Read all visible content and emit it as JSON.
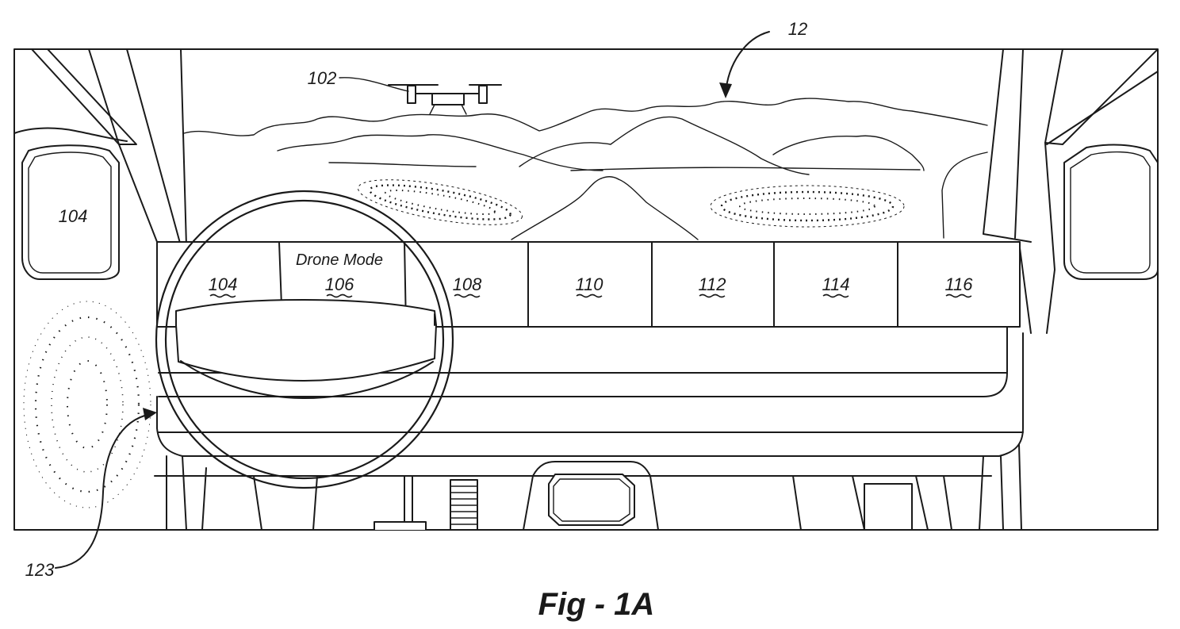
{
  "labels": {
    "drone": "102",
    "left_mirror": "104",
    "system": "12",
    "sensor_area": "123"
  },
  "dash_panels": [
    {
      "title": "",
      "num": "104"
    },
    {
      "title": "Drone Mode",
      "num": "106"
    },
    {
      "title": "",
      "num": "108"
    },
    {
      "title": "",
      "num": "110"
    },
    {
      "title": "",
      "num": "112"
    },
    {
      "title": "",
      "num": "114"
    },
    {
      "title": "",
      "num": "116"
    }
  ],
  "caption": "Fig - 1A"
}
